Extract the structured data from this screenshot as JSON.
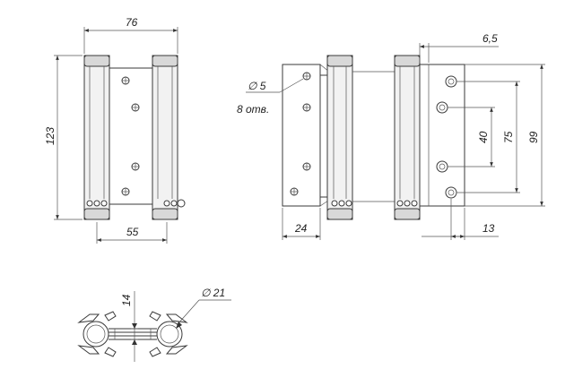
{
  "dimensions": {
    "front_width": "76",
    "front_height": "123",
    "front_hole_spacing": "55",
    "hole_label": "∅ 5",
    "hole_count": "8 отв.",
    "side_width": "24",
    "flange_offset": "6,5",
    "hole_span_inner": "40",
    "hole_span_outer": "75",
    "leaf_height": "99",
    "hole_edge": "13",
    "knuckle_gap": "14",
    "knuckle_diameter": "∅ 21"
  }
}
